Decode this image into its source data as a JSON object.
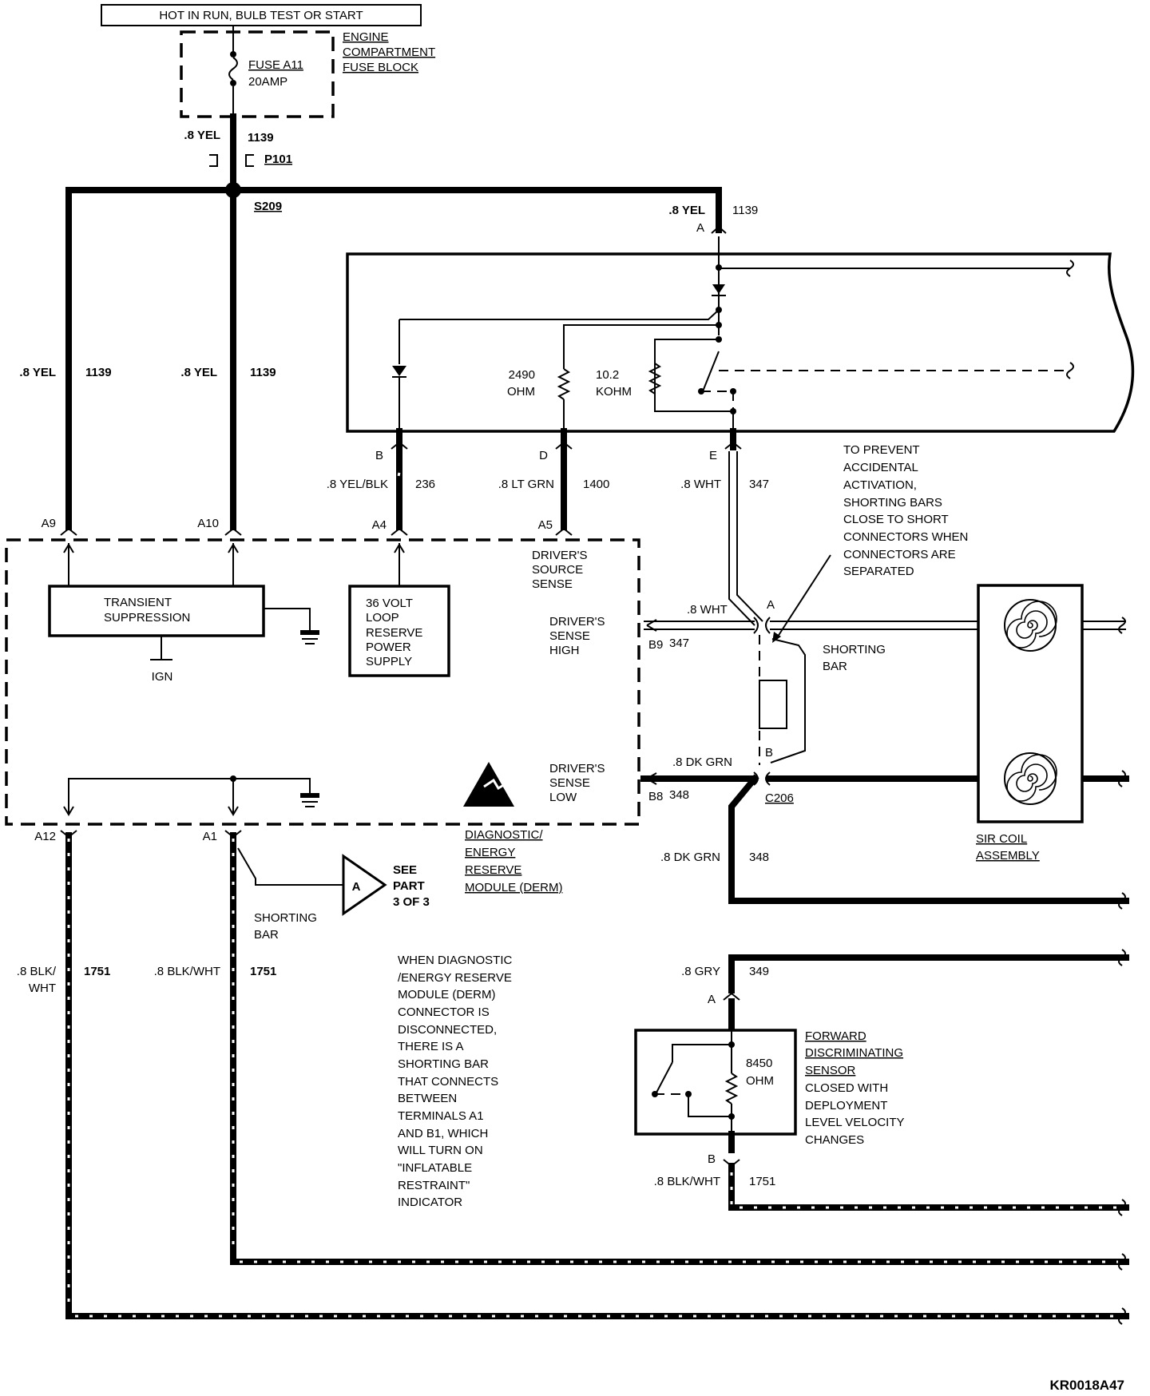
{
  "header": {
    "power_source": "HOT IN RUN,  BULB TEST OR START"
  },
  "fuse_block": {
    "title_line1": "ENGINE",
    "title_line2": "COMPARTMENT",
    "title_line3": "FUSE BLOCK",
    "fuse_name": "FUSE A11",
    "fuse_rating": "20AMP"
  },
  "top_feed": {
    "wire": ".8 YEL",
    "circuit": "1139",
    "connector": "P101",
    "splice": "S209"
  },
  "right_feed": {
    "wire": ".8 YEL",
    "circuit": "1139",
    "pin": "A"
  },
  "left_feeds": [
    {
      "wire": ".8 YEL",
      "circuit": "1139",
      "pin": "A9"
    },
    {
      "wire": ".8 YEL",
      "circuit": "1139",
      "pin": "A10"
    }
  ],
  "module_top": {
    "resistor1_value": "2490",
    "resistor1_unit": "OHM",
    "resistor2_value": "10.2",
    "resistor2_unit": "KOHM"
  },
  "connectors_top": [
    {
      "pin_top": "B",
      "wire": ".8 YEL/BLK",
      "circuit": "236",
      "pin_bottom": "A4"
    },
    {
      "pin_top": "D",
      "wire": ".8 LT GRN",
      "circuit": "1400",
      "pin_bottom": "A5"
    },
    {
      "pin_top": "E",
      "wire": ".8 WHT",
      "circuit": "347"
    }
  ],
  "shorting_note": [
    "TO PREVENT",
    "ACCIDENTAL",
    "ACTIVATION,",
    "SHORTING BARS",
    "CLOSE TO SHORT",
    "CONNECTORS WHEN",
    "CONNECTORS ARE",
    "SEPARATED"
  ],
  "derm": {
    "transient_line1": "TRANSIENT",
    "transient_line2": "SUPPRESSION",
    "ign": "IGN",
    "reserve_lines": [
      "36 VOLT",
      "LOOP",
      "RESERVE",
      "POWER",
      "SUPPLY"
    ],
    "source_sense": [
      "DRIVER'S",
      "SOURCE",
      "SENSE"
    ],
    "sense_high": [
      "DRIVER'S",
      "SENSE",
      "HIGH"
    ],
    "sense_low": [
      "DRIVER'S",
      "SENSE",
      "LOW"
    ],
    "name_lines": [
      "DIAGNOSTIC/",
      "ENERGY",
      "RESERVE",
      "MODULE (DERM)"
    ]
  },
  "c206": {
    "label": "C206",
    "pin_a": "A",
    "pin_b": "B",
    "shorting_bar_line1": "SHORTING",
    "shorting_bar_line2": "BAR",
    "high_wire": ".8 WHT",
    "high_pin": "B9",
    "high_circuit": "347",
    "low_wire": ".8 DK GRN",
    "low_pin": "B8",
    "low_circuit": "348",
    "low_out_wire": ".8 DK GRN",
    "low_out_circuit": "348"
  },
  "sir_coil": {
    "line1": "SIR COIL",
    "line2": "ASSEMBLY"
  },
  "ground_pins": {
    "a12": "A12",
    "a1": "A1",
    "see_part_letter": "A",
    "see_part_lines": [
      "SEE",
      "PART",
      "3 OF 3"
    ],
    "shorting_bar_line1": "SHORTING",
    "shorting_bar_line2": "BAR"
  },
  "ground_wires": [
    {
      "wire_line1": ".8 BLK/",
      "wire_line2": "WHT",
      "circuit": "1751"
    },
    {
      "wire": ".8 BLK/WHT",
      "circuit": "1751"
    }
  ],
  "derm_note": [
    "WHEN DIAGNOSTIC",
    "/ENERGY RESERVE",
    "MODULE (DERM)",
    "CONNECTOR IS",
    "DISCONNECTED,",
    "THERE IS A",
    "SHORTING BAR",
    "THAT CONNECTS",
    "BETWEEN",
    "TERMINALS A1",
    "AND B1, WHICH",
    "WILL TURN ON",
    "\"INFLATABLE",
    "RESTRAINT\"",
    "INDICATOR"
  ],
  "sensor": {
    "top_wire": ".8 GRY",
    "top_circuit": "349",
    "pin_a": "A",
    "pin_b": "B",
    "resistor_value": "8450",
    "resistor_unit": "OHM",
    "bottom_wire": ".8 BLK/WHT",
    "bottom_circuit": "1751",
    "name_lines": [
      "FORWARD",
      "DISCRIMINATING",
      "SENSOR"
    ],
    "desc_lines": [
      "CLOSED WITH",
      "DEPLOYMENT",
      "LEVEL VELOCITY",
      "CHANGES"
    ]
  },
  "footer": {
    "code": "KR0018A47"
  }
}
